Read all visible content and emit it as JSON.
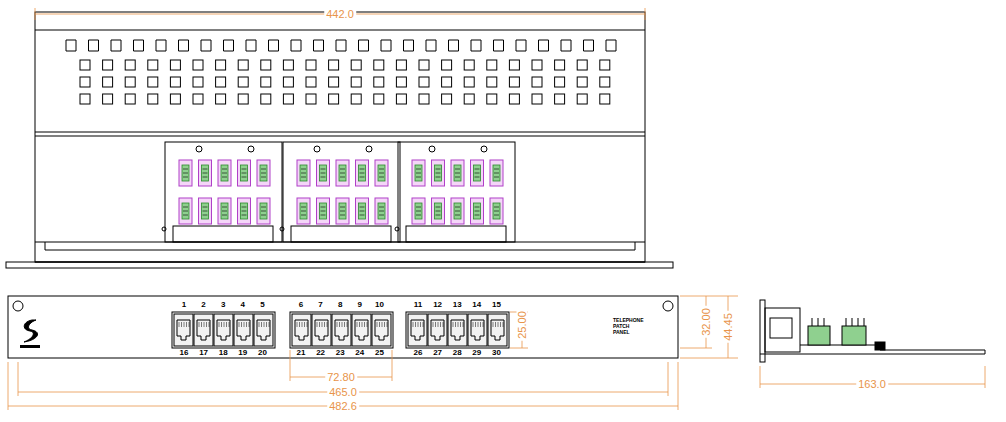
{
  "diagram": {
    "labels": [
      "442.0",
      "1",
      "2",
      "3",
      "4",
      "5",
      "6",
      "7",
      "8",
      "9",
      "10",
      "11",
      "12",
      "13",
      "14",
      "15",
      "16",
      "17",
      "18",
      "19",
      "20",
      "21",
      "22",
      "23",
      "24",
      "25",
      "26",
      "27",
      "28",
      "29",
      "30",
      "25.00",
      "32.00",
      "44.45",
      "72.80",
      "465.0",
      "482.6",
      "163.0",
      "TELEPHONE PATCH PANEL"
    ]
  }
}
